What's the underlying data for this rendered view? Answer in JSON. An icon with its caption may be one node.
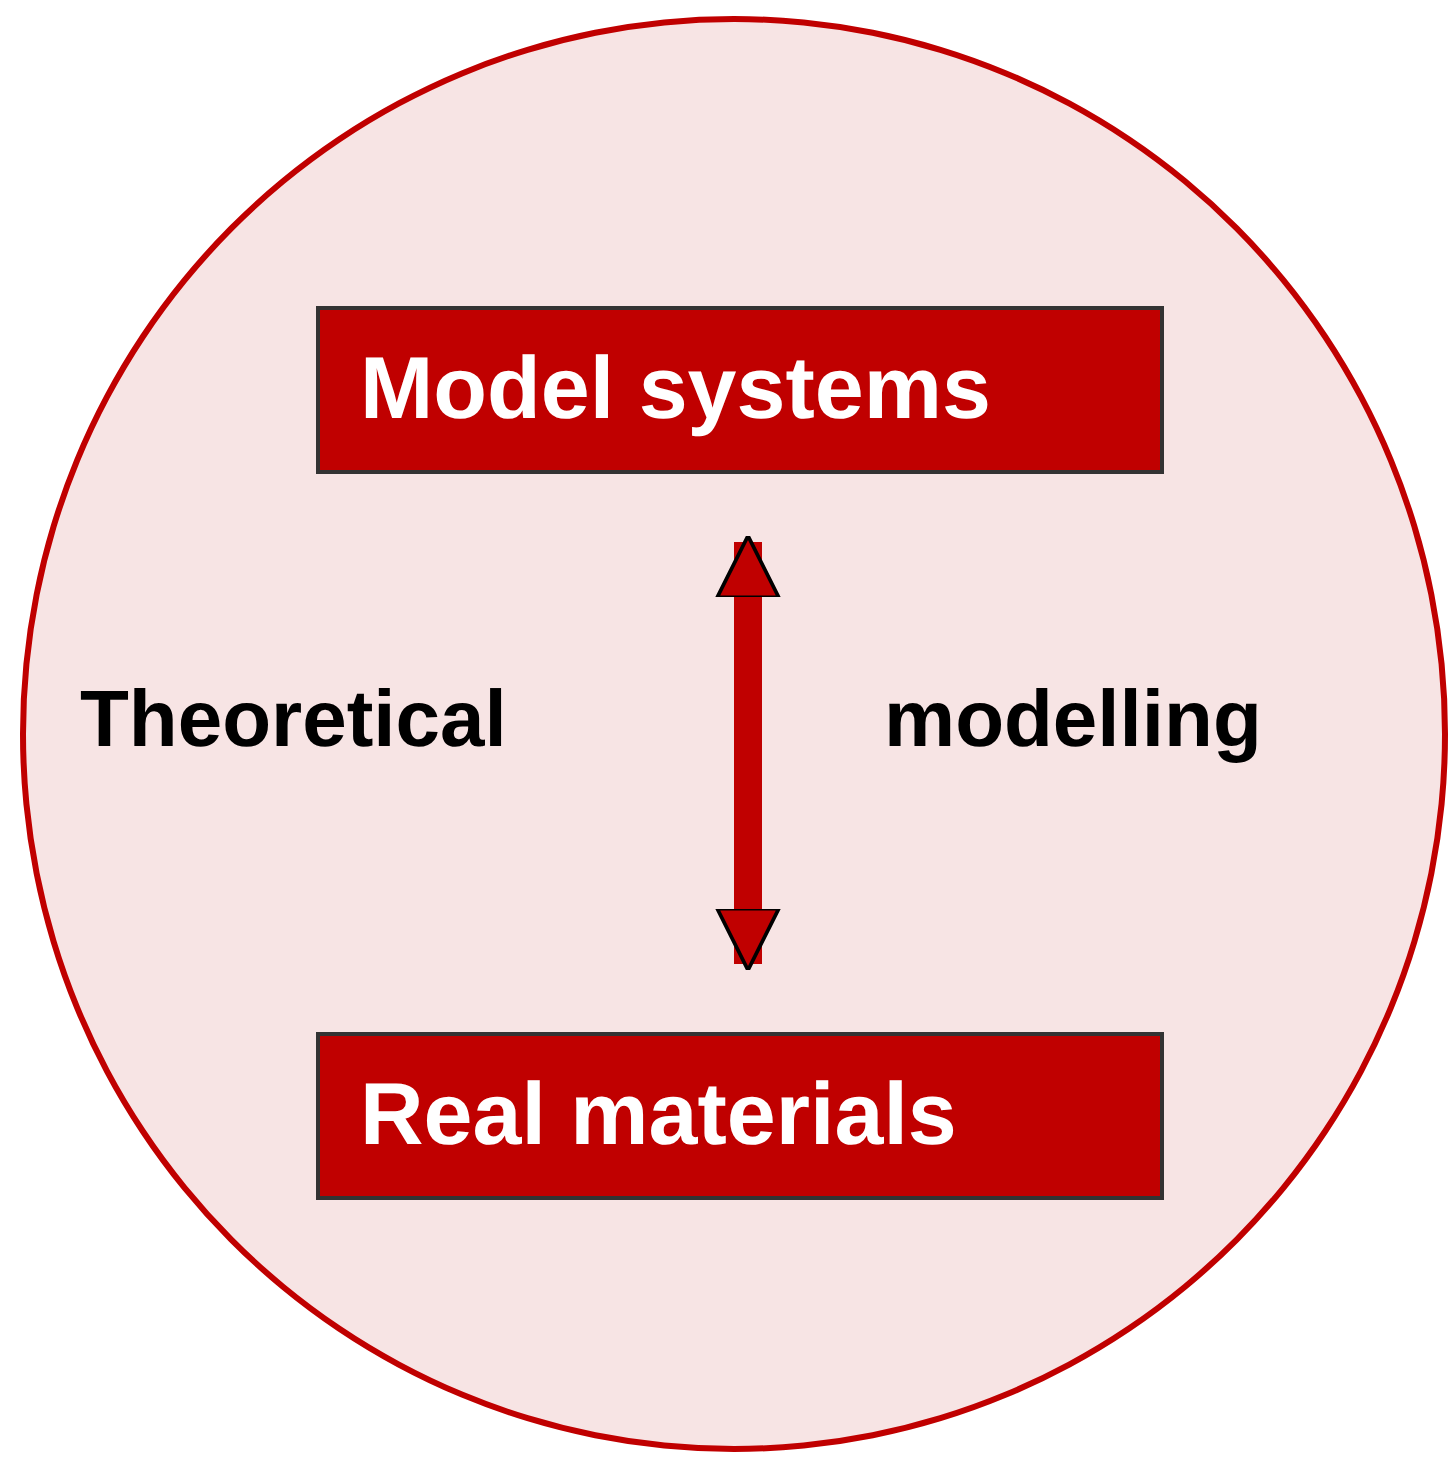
{
  "diagram": {
    "nodes": [
      {
        "text": [],
        "shape": "circle"
      },
      {
        "text": [
          "Model systems"
        ],
        "in": 0
      },
      {
        "text": [
          "Real materials"
        ],
        "in": 0
      }
    ],
    "edges": [
      {
        "from": 1,
        "to": 2,
        "arrow": "both"
      }
    ],
    "labels": [
      "Theoretical",
      "modelling"
    ]
  }
}
